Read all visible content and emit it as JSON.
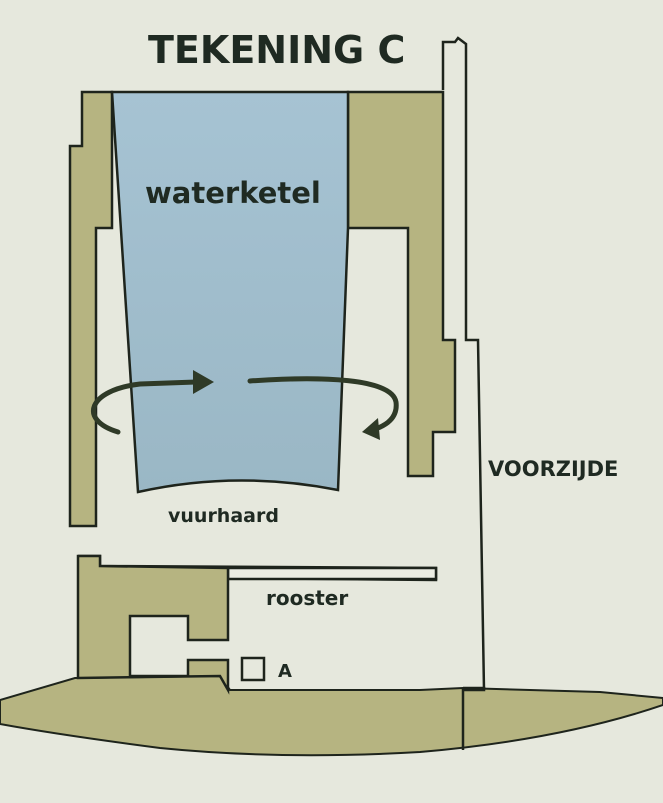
{
  "title": "TEKENING C",
  "labels": {
    "kettle": "waterketel",
    "hearth": "vuurhaard",
    "grate": "rooster",
    "front": "VOORZIJDE",
    "marker": "A"
  },
  "colors": {
    "background": "#e6e8dd",
    "masonry": "#b6b481",
    "water": "#9fbdcc",
    "outline": "#1e241c",
    "kettle_text": "#1f2f55",
    "hearth_text": "#8a3b24",
    "arrow": "#2f3a27"
  }
}
